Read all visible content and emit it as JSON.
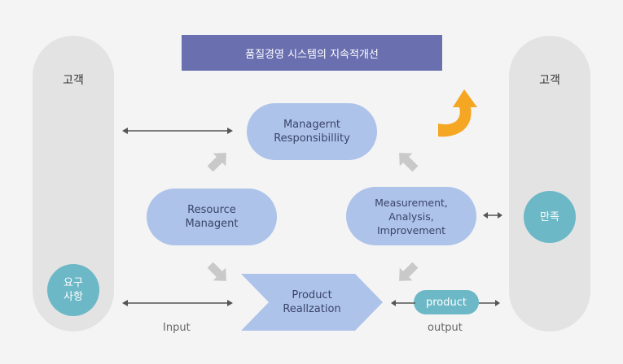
{
  "banner": {
    "title": "품질경영 시스템의 지속적개선"
  },
  "left_column": {
    "label": "고객",
    "circle": "요구\n사항"
  },
  "right_column": {
    "label": "고객",
    "circle": "만족"
  },
  "nodes": {
    "management": "Managernt\nResponsibillity",
    "resource": "Resource\nManagent",
    "measurement": "Measurement,\nAnalysis,\nImprovement",
    "product_realization": "Product\nReallzation"
  },
  "product_tag": "product",
  "captions": {
    "input": "Input",
    "output": "output"
  },
  "colors": {
    "banner": "#6a6fb0",
    "node": "#aec3ea",
    "circle": "#6cb8c6",
    "column": "#e3e3e3",
    "gray_arrow": "#c9c9c9",
    "orange_arrow": "#f5a623",
    "line_arrow": "#555555"
  }
}
